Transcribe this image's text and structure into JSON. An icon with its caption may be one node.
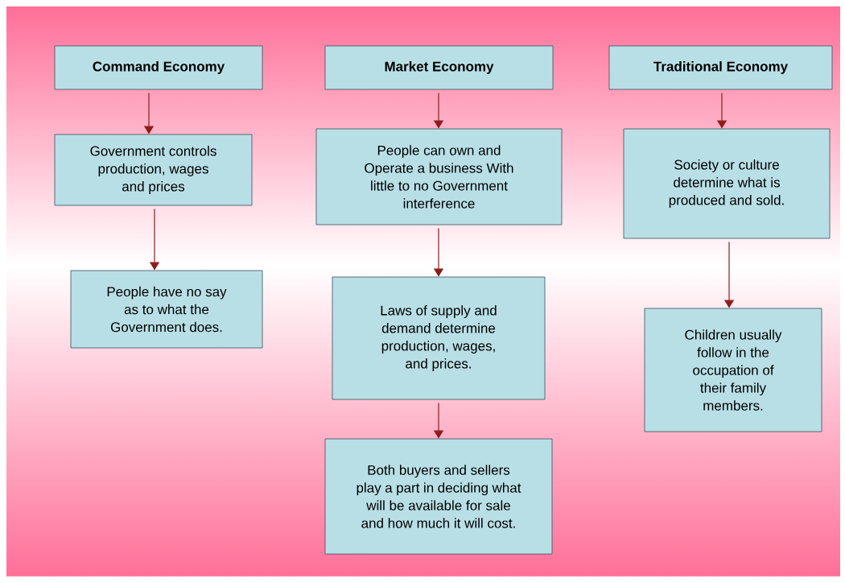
{
  "diagram": {
    "nodes": [
      {
        "text": [
          "Command Economy"
        ]
      },
      {
        "text": [
          "Market Economy"
        ]
      },
      {
        "text": [
          "Traditional Economy"
        ]
      },
      {
        "text": [
          "Government controls production, wages and prices"
        ]
      },
      {
        "text": [
          "People have no say as to what the Government does."
        ]
      },
      {
        "text": [
          "People can own and Operate a business With little to no Government  interference"
        ]
      },
      {
        "text": [
          "Laws of supply and demand determine production, wages, and prices."
        ]
      },
      {
        "text": [
          "Both buyers and sellers play a part in deciding what will be available for sale and how much it will cost."
        ]
      },
      {
        "text": [
          "Society or culture determine what is produced and sold."
        ]
      },
      {
        "text": [
          "Children usually follow in the occupation of their family members."
        ]
      }
    ],
    "edges": [
      {
        "from": 0,
        "to": 3,
        "arrow": "to"
      },
      {
        "from": 3,
        "to": 4,
        "arrow": "to"
      },
      {
        "from": 1,
        "to": 5,
        "arrow": "to"
      },
      {
        "from": 5,
        "to": 6,
        "arrow": "to"
      },
      {
        "from": 6,
        "to": 7,
        "arrow": "to"
      },
      {
        "from": 2,
        "to": 8,
        "arrow": "to"
      },
      {
        "from": 8,
        "to": 9,
        "arrow": "to"
      }
    ]
  }
}
